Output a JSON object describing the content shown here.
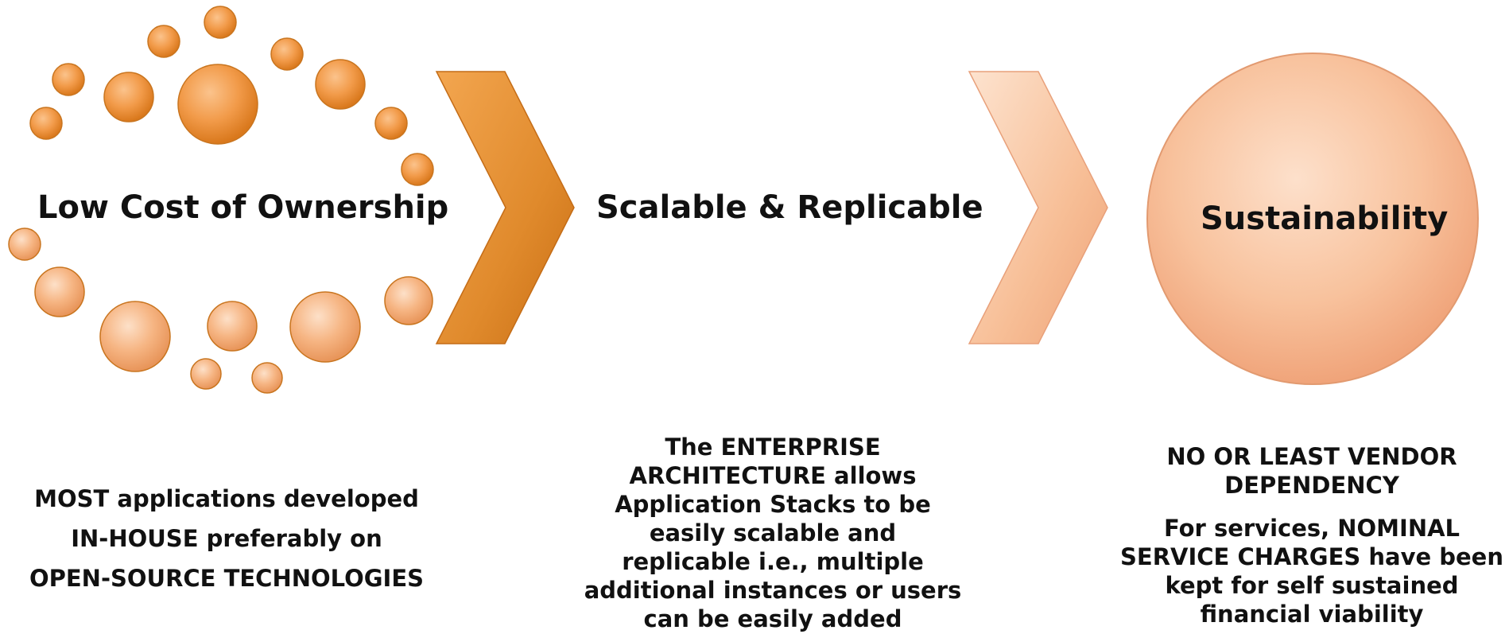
{
  "stages": [
    {
      "title": "Low Cost of Ownership",
      "description_lines": [
        "MOST applications developed",
        "IN-HOUSE preferably on",
        "OPEN-SOURCE TECHNOLOGIES"
      ]
    },
    {
      "title": "Scalable & Replicable",
      "description_lines": [
        "The ENTERPRISE",
        "ARCHITECTURE allows",
        "Application Stacks to be",
        "easily scalable and",
        "replicable i.e., multiple",
        "additional instances or users",
        "can be easily added"
      ]
    },
    {
      "title": "Sustainability",
      "heading_lines": [
        "NO OR LEAST VENDOR",
        "DEPENDENCY"
      ],
      "description_lines": [
        "For services, NOMINAL",
        "SERVICE CHARGES have been",
        "kept for self sustained",
        "financial viability"
      ]
    }
  ],
  "colors": {
    "orange_dark": "#d9781c",
    "orange_mid": "#f0a45c",
    "peach_light": "#f9c9a6",
    "text": "#111111"
  },
  "icons": [
    "circle-cluster",
    "chevron-arrow",
    "chevron-arrow",
    "circle"
  ]
}
